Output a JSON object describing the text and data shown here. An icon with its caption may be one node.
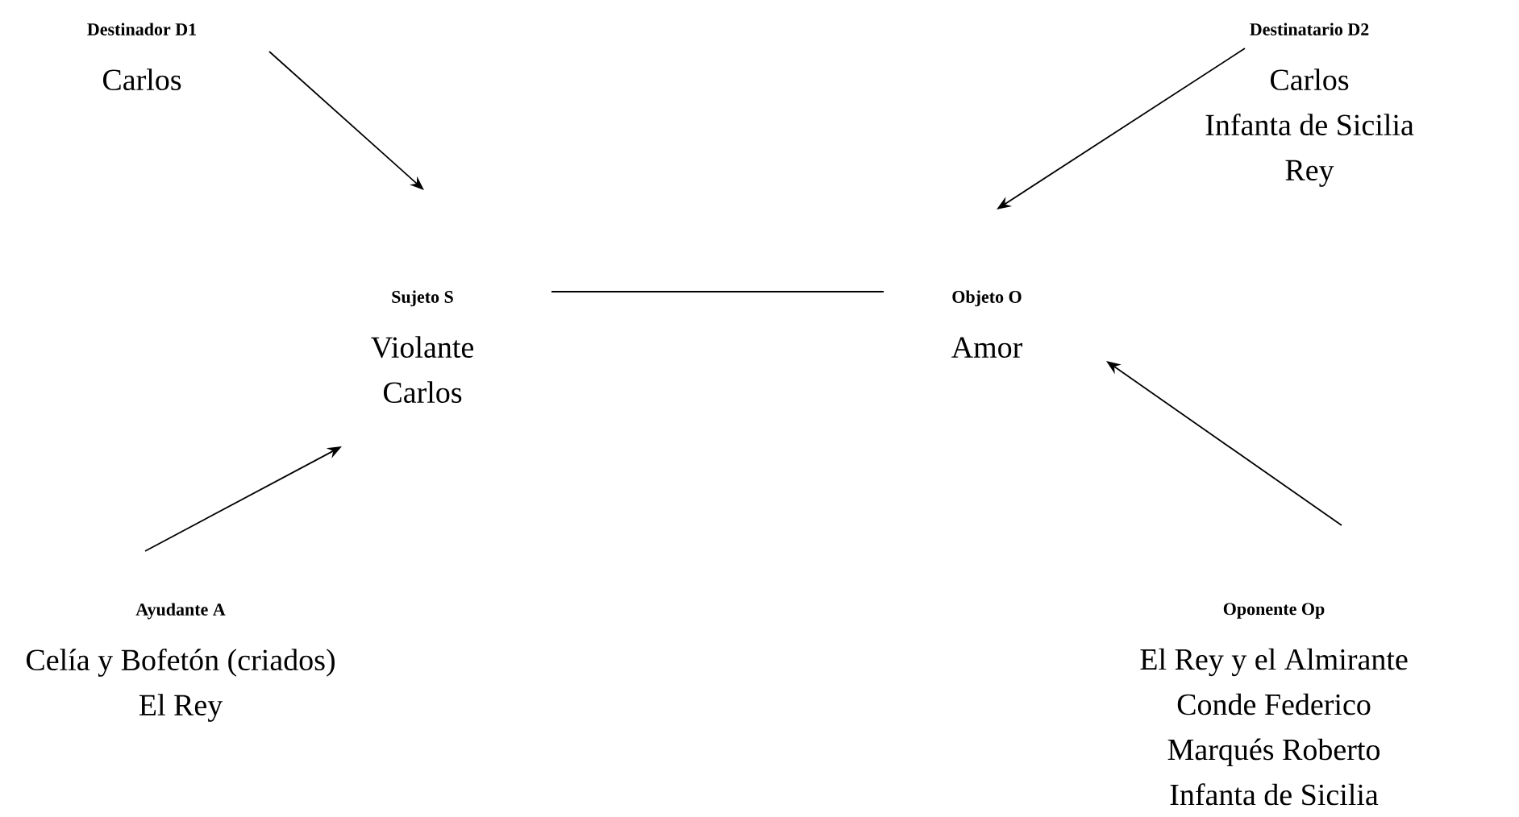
{
  "diagram": {
    "nodes": [
      {
        "text": [
          "Destinador D1",
          "Carlos"
        ]
      },
      {
        "text": [
          "Destinatario D2",
          "Carlos",
          "Infanta de Sicilia",
          "Rey"
        ]
      },
      {
        "text": [
          "Sujeto S",
          "Violante",
          "Carlos"
        ]
      },
      {
        "text": [
          "Objeto O",
          "Amor"
        ]
      },
      {
        "text": [
          "Ayudante A",
          "Celía y Bofetón (criados)",
          "El Rey"
        ]
      },
      {
        "text": [
          "Oponente Op",
          "El Rey y el Almirante",
          "Conde Federico",
          "Marqués Roberto",
          "Infanta de Sicilia"
        ]
      }
    ],
    "edges": [
      {
        "from": 0,
        "to": 2,
        "arrow": "to"
      },
      {
        "from": 1,
        "to": 3,
        "arrow": "to"
      },
      {
        "from": 2,
        "to": 3,
        "arrow": "none"
      },
      {
        "from": 4,
        "to": 2,
        "arrow": "to"
      },
      {
        "from": 5,
        "to": 3,
        "arrow": "to"
      }
    ]
  }
}
